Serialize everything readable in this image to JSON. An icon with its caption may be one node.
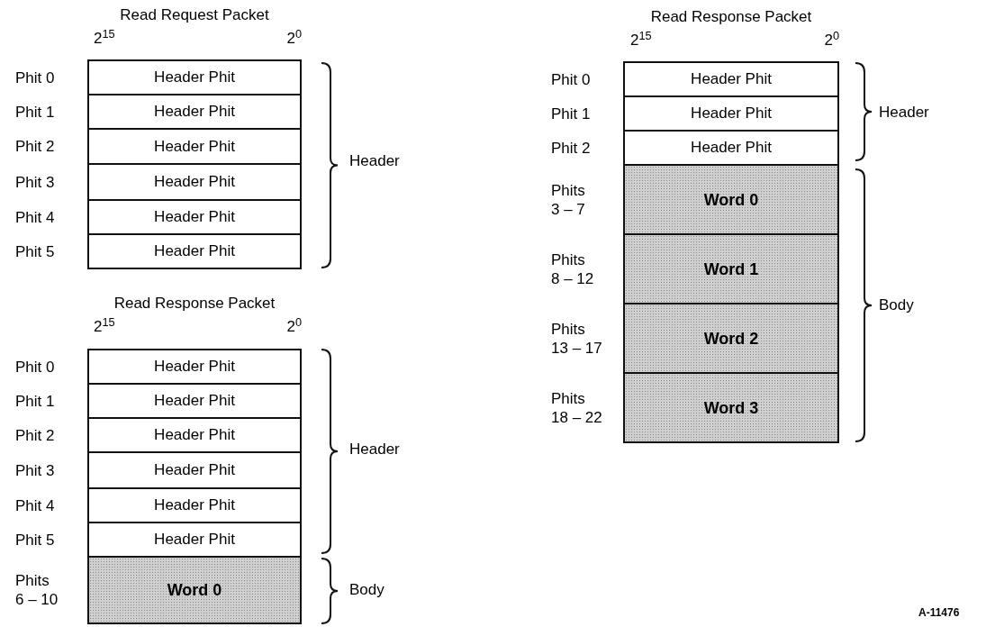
{
  "diagram": {
    "nodes": [
      {
        "text": [
          "Header Phit"
        ],
        "beside": [
          "Phit 0"
        ]
      },
      {
        "text": [
          "Header Phit"
        ],
        "beside": [
          "Phit 1"
        ]
      },
      {
        "text": [
          "Header Phit"
        ],
        "beside": [
          "Phit 2"
        ]
      },
      {
        "text": [
          "Header Phit"
        ],
        "beside": [
          "Phit 3"
        ]
      },
      {
        "text": [
          "Header Phit"
        ],
        "beside": [
          "Phit 4"
        ]
      },
      {
        "text": [
          "Header Phit"
        ],
        "beside": [
          "Phit 5"
        ]
      },
      {
        "text": [
          "Header Phit"
        ],
        "beside": [
          "Phit 0"
        ]
      },
      {
        "text": [
          "Header Phit"
        ],
        "beside": [
          "Phit 1"
        ]
      },
      {
        "text": [
          "Header Phit"
        ],
        "beside": [
          "Phit 2"
        ]
      },
      {
        "text": [
          "Header Phit"
        ],
        "beside": [
          "Phit 3"
        ]
      },
      {
        "text": [
          "Header Phit"
        ],
        "beside": [
          "Phit 4"
        ]
      },
      {
        "text": [
          "Header Phit"
        ],
        "beside": [
          "Phit 5"
        ]
      },
      {
        "text": [
          "Word 0"
        ],
        "beside": [
          "Phits 6 – 10"
        ]
      },
      {
        "text": [
          "Header Phit"
        ],
        "beside": [
          "Phit 0"
        ]
      },
      {
        "text": [
          "Header Phit"
        ],
        "beside": [
          "Phit 1"
        ]
      },
      {
        "text": [
          "Header Phit"
        ],
        "beside": [
          "Phit 2"
        ]
      },
      {
        "text": [
          "Word 0"
        ],
        "beside": [
          "Phits 3 – 7"
        ]
      },
      {
        "text": [
          "Word 1"
        ],
        "beside": [
          "Phits 8 – 12"
        ]
      },
      {
        "text": [
          "Word 2"
        ],
        "beside": [
          "Phits 13 – 17"
        ]
      },
      {
        "text": [
          "Word 3"
        ],
        "beside": [
          "Phits 18 – 22"
        ]
      }
    ],
    "labels": [
      "Read Request Packet",
      "2$^{15}$",
      "2$^{0}$",
      "Header",
      "Read Response Packet",
      "2$^{15}$",
      "2$^{0}$",
      "Header",
      "Body",
      "Read Response Packet",
      "2$^{15}$",
      "2$^{0}$",
      "Header",
      "Body",
      "A-11476"
    ]
  }
}
